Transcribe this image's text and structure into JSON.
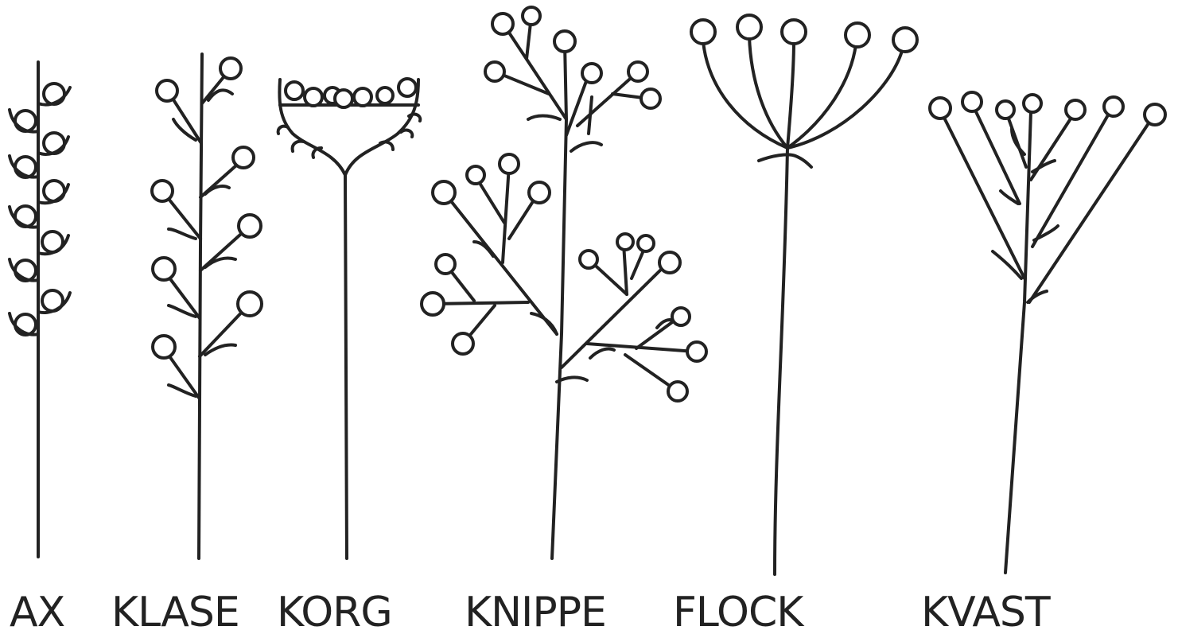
{
  "diagram": {
    "inflorescences": [
      {
        "id": "ax",
        "label": "AX"
      },
      {
        "id": "klase",
        "label": "KLASE"
      },
      {
        "id": "korg",
        "label": "KORG"
      },
      {
        "id": "knippe",
        "label": "KNIPPE"
      },
      {
        "id": "flock",
        "label": "FLOCK"
      },
      {
        "id": "kvast",
        "label": "KVAST"
      }
    ],
    "colors": {
      "ink": "#222222",
      "background": "#ffffff"
    }
  }
}
